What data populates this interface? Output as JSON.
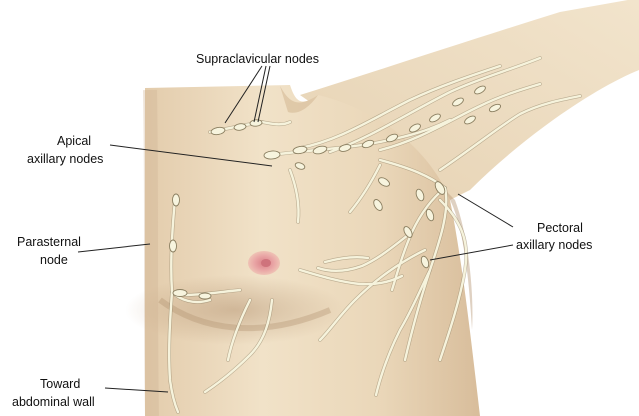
{
  "labels": {
    "supraclavicular": "Supraclavicular nodes",
    "apical_line1": "Apical",
    "apical_line2": "axillary nodes",
    "parasternal_line1": "Parasternal",
    "parasternal_line2": "node",
    "pectoral_line1": "Pectoral",
    "pectoral_line2": "axillary nodes",
    "toward_line1": "Toward",
    "toward_line2": "abdominal wall"
  },
  "colors": {
    "skin_light": "#eddcc0",
    "skin_shadow": "#c9ad8c",
    "lymph": "#f6f3dc",
    "areola": "#e9a5a5",
    "label_text": "#111111",
    "background": "#ffffff"
  }
}
